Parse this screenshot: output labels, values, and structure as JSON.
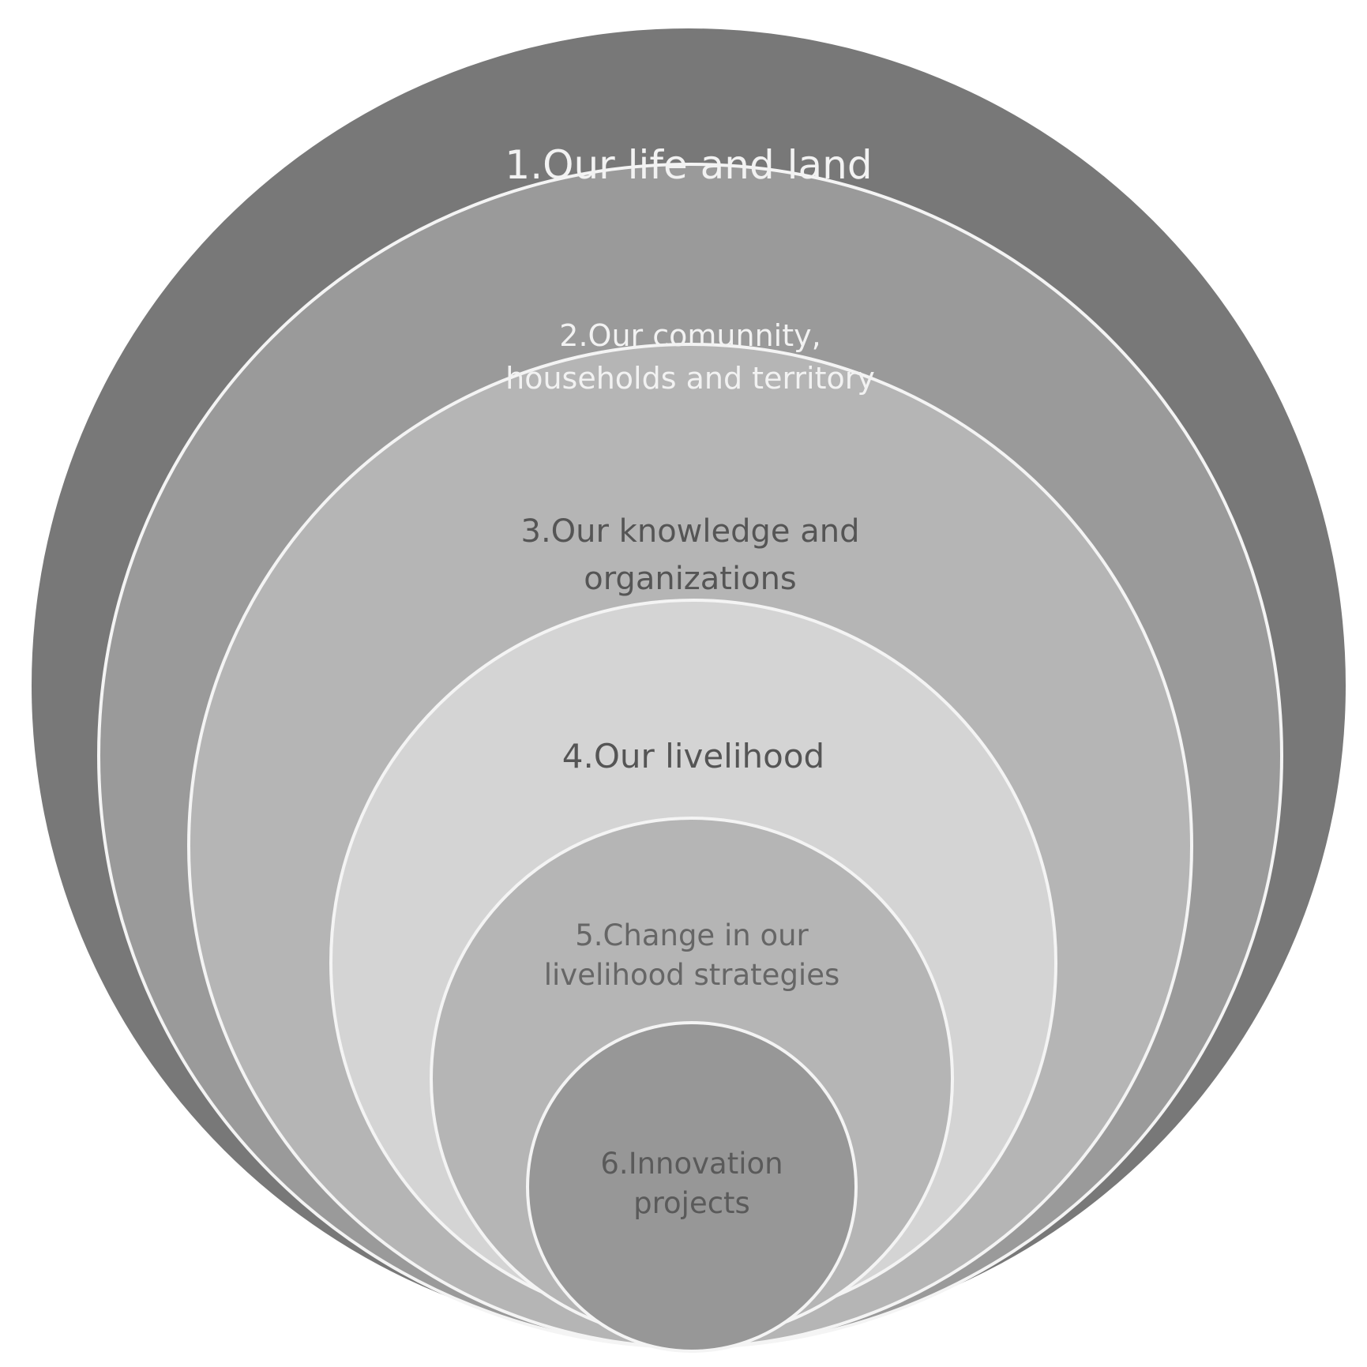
{
  "diagram": {
    "layers": [
      {
        "number": 1,
        "label_lines": [
          "1.Our life and land"
        ],
        "fill": "#787878",
        "text_color": "#f2f2f2"
      },
      {
        "number": 2,
        "label_lines": [
          "2.Our comunnity,",
          "households and territory"
        ],
        "fill": "#9a9a9a",
        "text_color": "#f2f2f2"
      },
      {
        "number": 3,
        "label_lines": [
          "3.Our knowledge and",
          "organizations"
        ],
        "fill": "#b5b5b5",
        "text_color": "#555555"
      },
      {
        "number": 4,
        "label_lines": [
          "4.Our livelihood"
        ],
        "fill": "#d4d4d4",
        "text_color": "#555555"
      },
      {
        "number": 5,
        "label_lines": [
          "5.Change in our",
          "livelihood strategies"
        ],
        "fill": "#b5b5b5",
        "text_color": "#666666"
      },
      {
        "number": 6,
        "label_lines": [
          "6.Innovation",
          "projects"
        ],
        "fill": "#979797",
        "text_color": "#5a5a5a"
      }
    ],
    "ring_stroke": "#f4f4f4"
  }
}
